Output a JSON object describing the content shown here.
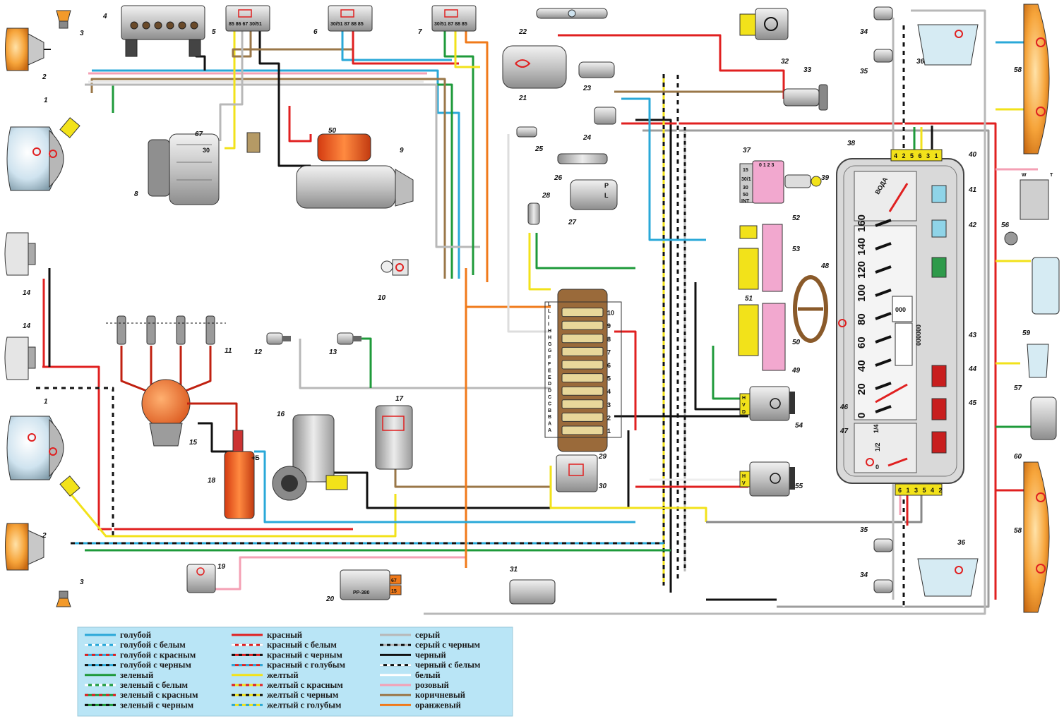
{
  "labels": {
    "l1a": "1",
    "l1b": "1",
    "l2a": "2",
    "l2b": "2",
    "l3a": "3",
    "l3b": "3",
    "l4": "4",
    "l5": "5",
    "l6": "6",
    "l7": "7",
    "l8": "8",
    "l9": "9",
    "l10": "10",
    "l11": "11",
    "l12": "12",
    "l13": "13",
    "l14a": "14",
    "l14b": "14",
    "l15": "15",
    "l16": "16",
    "l17": "17",
    "l18": "18",
    "l19": "19",
    "l20": "20",
    "l21": "21",
    "l22": "22",
    "l23": "23",
    "l24": "24",
    "l25": "25",
    "l26": "26",
    "l27": "27",
    "l28": "28",
    "l29": "29",
    "l30": "30",
    "l31": "31",
    "l32": "32",
    "l33": "33",
    "l34a": "34",
    "l34b": "34",
    "l35a": "35",
    "l35b": "35",
    "l36a": "36",
    "l36b": "36",
    "l37": "37",
    "l38": "38",
    "l39": "39",
    "l40": "40",
    "l41": "41",
    "l42": "42",
    "l43": "43",
    "l44": "44",
    "l45": "45",
    "l46": "46",
    "l47": "47",
    "l48": "48",
    "l49": "49",
    "l50a": "50",
    "l50b": "50",
    "l51": "51",
    "l52": "52",
    "l53": "53",
    "l54": "54",
    "l55": "55",
    "l56": "56",
    "l57": "57",
    "l58a": "58",
    "l58b": "58",
    "l59": "59",
    "l60": "60",
    "l67": "67"
  },
  "component_text": {
    "relay5_terms": "85 86  67 30/51",
    "relay6_terms": "30/51 87  88 85",
    "relay7_terms": "30/51 87  88 85",
    "gen_terminal_30": "30",
    "coil_plus": "+Б",
    "regulator_model": "PP-380",
    "regulator_67": "67",
    "regulator_15": "15",
    "switch37_15": "15",
    "switch37_301": "30/1",
    "switch37_30": "30",
    "switch37_50": "50",
    "switch37_int": "INT",
    "switch37_top": "0 1 2 3",
    "sensor27_p": "P",
    "sensor27_l": "L",
    "gauge_water": "ВОДА",
    "fuel_1_4": "1/4",
    "fuel_1_2": "1/2",
    "fuel_0": "0",
    "odometer": "000000",
    "trip": "000",
    "switch54_h": "H",
    "switch54_v": "V",
    "switch54_d": "D",
    "switch55_h": "H",
    "switch55_v": "V",
    "stalk_w": "W",
    "stalk_t": "T"
  },
  "speedometer": {
    "ticks": [
      "0",
      "20",
      "40",
      "60",
      "80",
      "100",
      "120",
      "140",
      "160"
    ]
  },
  "connectors": {
    "cluster_top": [
      "4",
      "2",
      "5",
      "6",
      "3",
      "1"
    ],
    "cluster_bottom": [
      "6",
      "1",
      "3",
      "5",
      "4",
      "2"
    ]
  },
  "fusebox": {
    "letters": [
      "A",
      "A",
      "B",
      "B",
      "C",
      "C",
      "D",
      "D",
      "E",
      "E",
      "F",
      "F",
      "G",
      "G",
      "H",
      "H",
      "I",
      "I",
      "L",
      "L"
    ],
    "numbers": [
      "1",
      "2",
      "3",
      "4",
      "5",
      "6",
      "7",
      "8",
      "9",
      "10"
    ]
  },
  "legend": {
    "col1": [
      {
        "text": "голубой",
        "c1": "#2aa8d8",
        "c2": null
      },
      {
        "text": "голубой с белым",
        "c1": "#2aa8d8",
        "c2": "#ffffff"
      },
      {
        "text": "голубой с красным",
        "c1": "#2aa8d8",
        "c2": "#e02020"
      },
      {
        "text": "голубой с черным",
        "c1": "#2aa8d8",
        "c2": "#111111"
      },
      {
        "text": "зеленый",
        "c1": "#1e9a3a",
        "c2": null
      },
      {
        "text": "зеленый с белым",
        "c1": "#1e9a3a",
        "c2": "#ffffff"
      },
      {
        "text": "зеленый с красным",
        "c1": "#1e9a3a",
        "c2": "#e02020"
      },
      {
        "text": "зеленый с черным",
        "c1": "#1e9a3a",
        "c2": "#111111"
      }
    ],
    "col2": [
      {
        "text": "красный",
        "c1": "#e02020",
        "c2": null
      },
      {
        "text": "красный с белым",
        "c1": "#e02020",
        "c2": "#ffffff"
      },
      {
        "text": "красный с черным",
        "c1": "#e02020",
        "c2": "#111111"
      },
      {
        "text": "красный с голубым",
        "c1": "#e02020",
        "c2": "#2aa8d8"
      },
      {
        "text": "желтый",
        "c1": "#f2e21a",
        "c2": null
      },
      {
        "text": "желтый с красным",
        "c1": "#f2e21a",
        "c2": "#e02020"
      },
      {
        "text": "желтый с черным",
        "c1": "#f2e21a",
        "c2": "#111111"
      },
      {
        "text": "желтый с голубым",
        "c1": "#f2e21a",
        "c2": "#2aa8d8"
      }
    ],
    "col3": [
      {
        "text": "серый",
        "c1": "#b8b8b8",
        "c2": null
      },
      {
        "text": "серый с черным",
        "c1": "#b8b8b8",
        "c2": "#111111"
      },
      {
        "text": "черный",
        "c1": "#111111",
        "c2": null
      },
      {
        "text": "черный с белым",
        "c1": "#111111",
        "c2": "#ffffff"
      },
      {
        "text": "белый",
        "c1": "#ffffff",
        "c2": null
      },
      {
        "text": "розовый",
        "c1": "#f4a0b4",
        "c2": null
      },
      {
        "text": "коричневый",
        "c1": "#9a7748",
        "c2": null
      },
      {
        "text": "оранжевый",
        "c1": "#f07a1a",
        "c2": null
      }
    ]
  },
  "colors": {
    "blue": "#2aa8d8",
    "green": "#1e9a3a",
    "red": "#e02020",
    "yellow": "#f2e21a",
    "grey": "#b8b8b8",
    "black": "#111111",
    "white": "#ffffff",
    "pink": "#f4a0b4",
    "brown": "#9a7748",
    "orange": "#f07a1a",
    "legend_bg": "#b9e5f6",
    "panel_fill": "#d9d9d9",
    "body_metal": "#c8c8c8",
    "relay_pink": "#f2a8cf",
    "lamp_amber": "#f39a2a",
    "fuse_tan": "#e8d79a"
  }
}
